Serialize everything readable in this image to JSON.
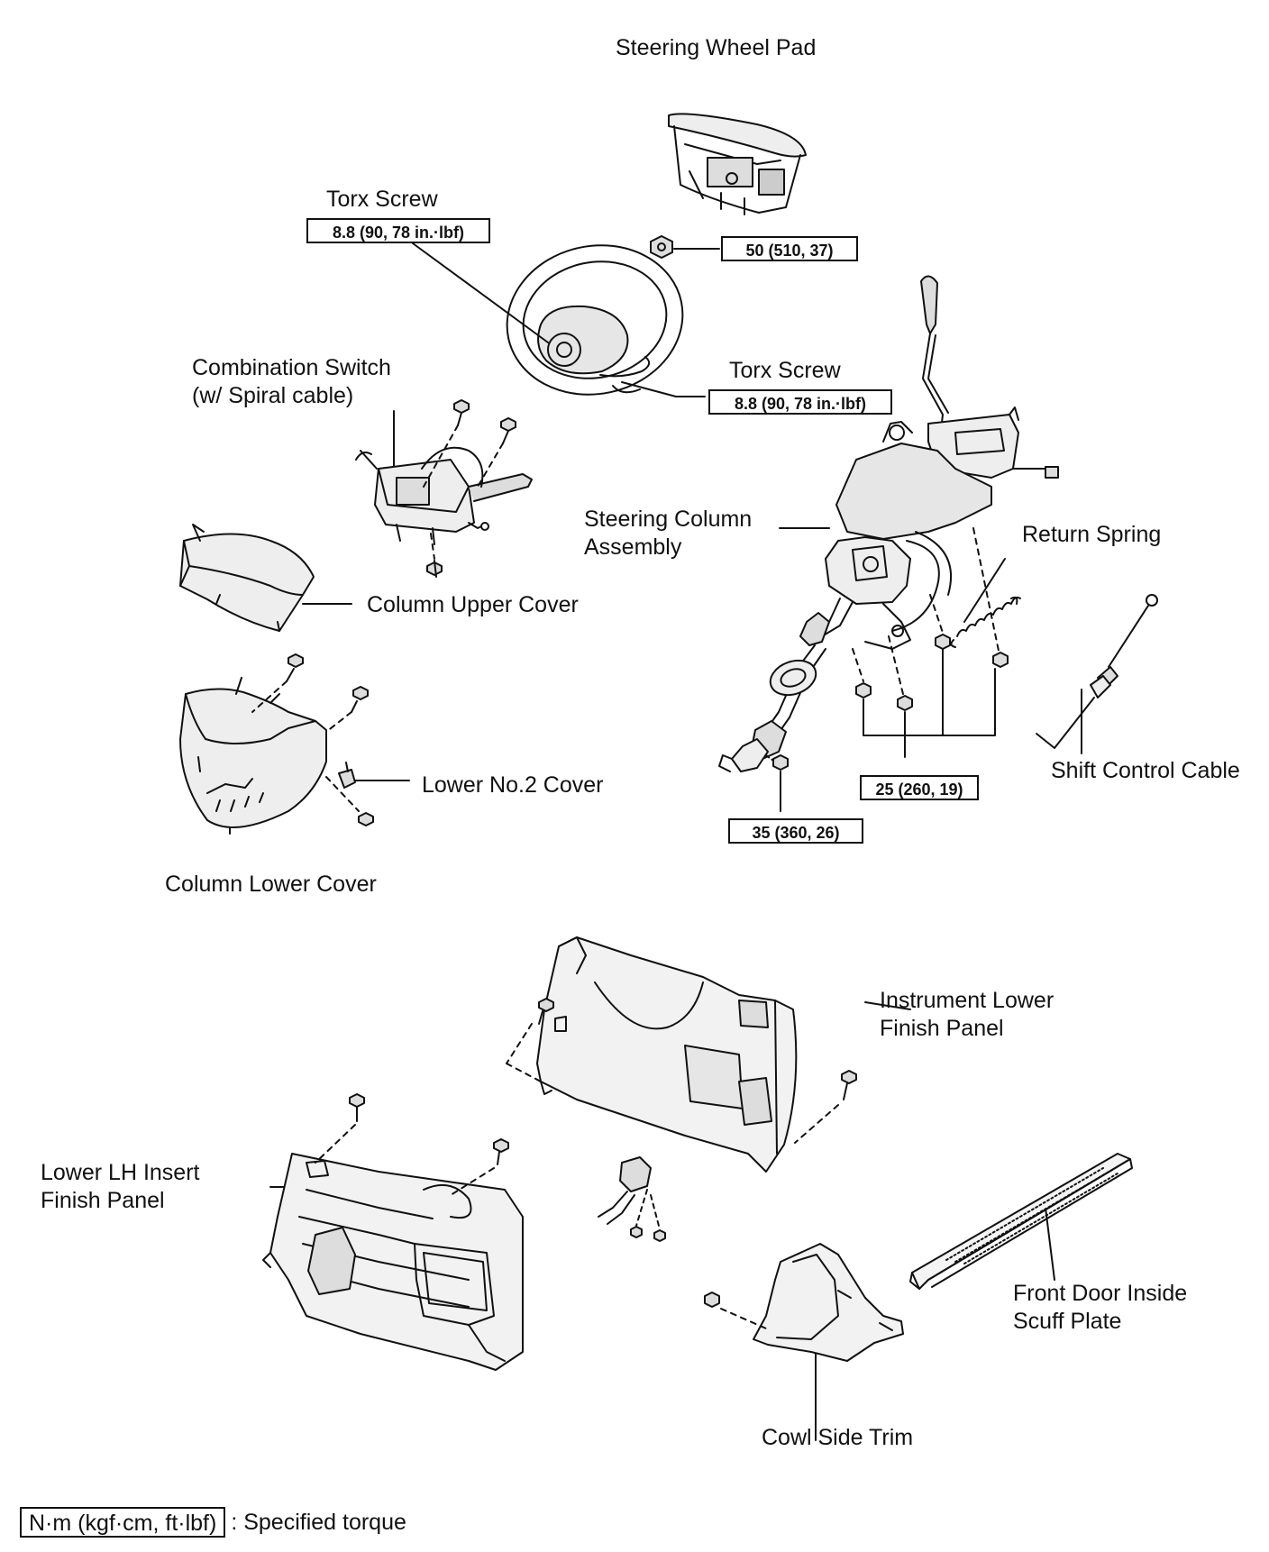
{
  "labels": {
    "steering_wheel_pad": "Steering Wheel Pad",
    "torx_screw_upper": "Torx Screw",
    "torx_screw_lower": "Torx Screw",
    "combination_switch_line1": "Combination Switch",
    "combination_switch_line2": "(w/ Spiral cable)",
    "steering_column_line1": "Steering Column",
    "steering_column_line2": "Assembly",
    "return_spring": "Return Spring",
    "column_upper_cover": "Column Upper Cover",
    "lower_no2_cover": "Lower No.2 Cover",
    "column_lower_cover": "Column Lower Cover",
    "shift_control_cable": "Shift Control Cable",
    "instrument_lower_line1": "Instrument Lower",
    "instrument_lower_line2": "Finish Panel",
    "lower_lh_insert_line1": "Lower LH Insert",
    "lower_lh_insert_line2": "Finish Panel",
    "front_door_scuff_line1": "Front Door Inside",
    "front_door_scuff_line2": "Scuff Plate",
    "cowl_side_trim": "Cowl Side Trim"
  },
  "torques": {
    "torx_upper": "8.8 (90, 78 in.·lbf)",
    "wheel_nut": "50 (510, 37)",
    "torx_lower": "8.8 (90, 78 in.·lbf)",
    "column_nuts": "25 (260, 19)",
    "column_bolt": "35 (360, 26)"
  },
  "legend": {
    "unit_box": "N·m (kgf·cm, ft·lbf)",
    "text": ": Specified torque"
  }
}
